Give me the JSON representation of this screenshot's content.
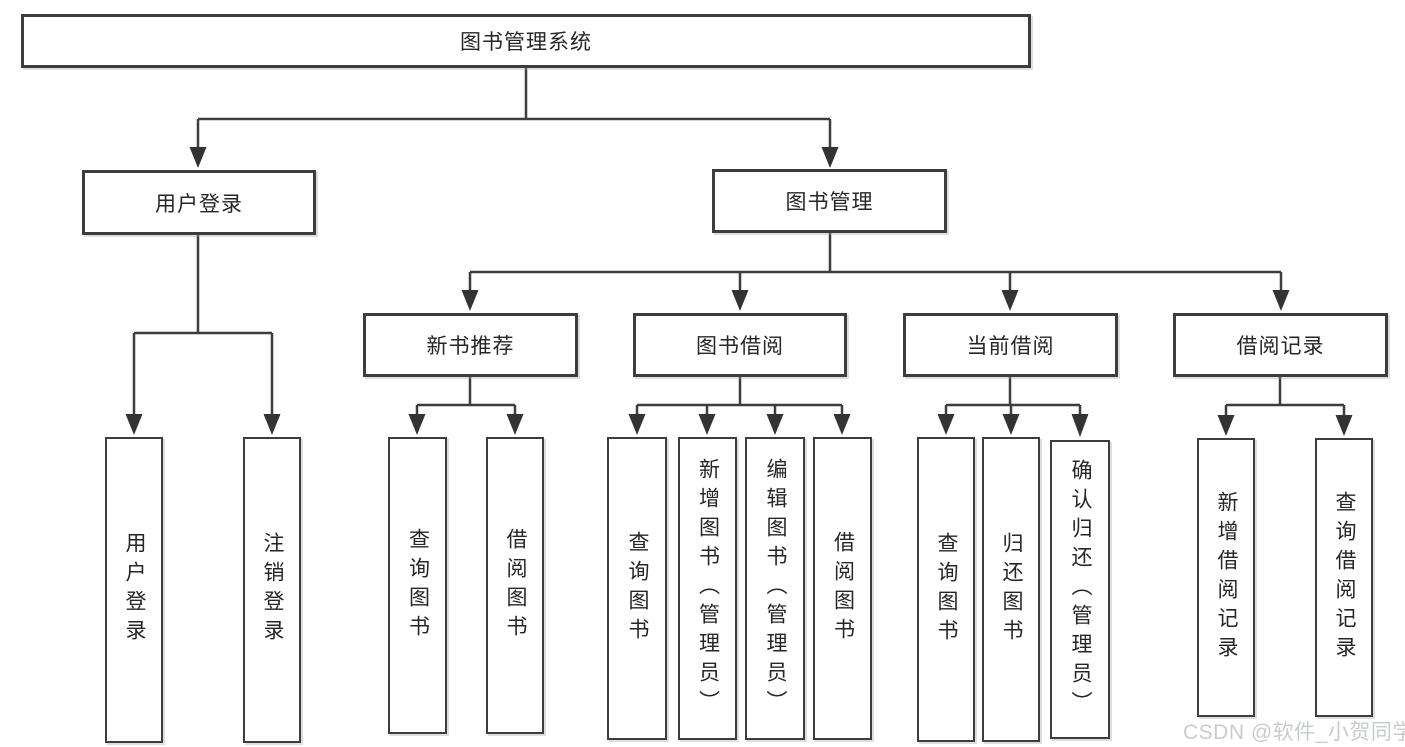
{
  "tree": {
    "label": "图书管理系统",
    "children": [
      {
        "label": "用户登录",
        "children": [
          {
            "label": "用户登录"
          },
          {
            "label": "注销登录"
          }
        ]
      },
      {
        "label": "图书管理",
        "children": [
          {
            "label": "新书推荐",
            "children": [
              {
                "label": "查询图书"
              },
              {
                "label": "借阅图书"
              }
            ]
          },
          {
            "label": "图书借阅",
            "children": [
              {
                "label": "查询图书"
              },
              {
                "label": "新增图书（管理员）"
              },
              {
                "label": "编辑图书（管理员）"
              },
              {
                "label": "借阅图书"
              }
            ]
          },
          {
            "label": "当前借阅",
            "children": [
              {
                "label": "查询图书"
              },
              {
                "label": "归还图书"
              },
              {
                "label": "确认归还（管理员）"
              }
            ]
          },
          {
            "label": "借阅记录",
            "children": [
              {
                "label": "新增借阅记录"
              },
              {
                "label": "查询借阅记录"
              }
            ]
          }
        ]
      }
    ]
  },
  "watermark": "CSDN @软件_小贺同学",
  "colors": {
    "line": "#3d3d3d",
    "text": "#262626",
    "watermark": "#c9cccf",
    "background": "#ffffff"
  }
}
